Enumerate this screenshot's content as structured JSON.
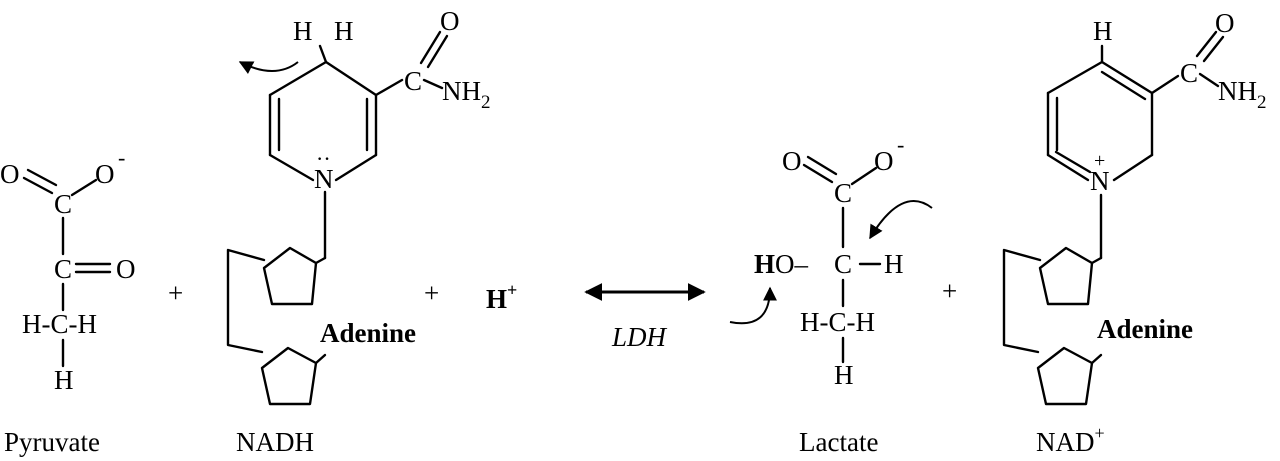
{
  "reactants": {
    "pyruvate": {
      "name": "Pyruvate",
      "atoms": {
        "o_left": "O",
        "o_minus": "O",
        "charge": "-",
        "c_carboxyl": "C",
        "c_keto": "C",
        "o_keto": "O",
        "methyl": "H-C-H",
        "h_bottom": "H"
      }
    },
    "nadh": {
      "name": "NADH",
      "atoms": {
        "h1": "H",
        "h2": "H",
        "n": "N",
        "lone_pair": "··",
        "c_amide": "C",
        "o_amide": "O",
        "nh": "NH",
        "sub": "2",
        "adenine": "Adenine"
      }
    },
    "proton": {
      "symbol": "H",
      "charge": "+"
    }
  },
  "plus_signs": [
    "+",
    "+",
    "+"
  ],
  "enzyme": {
    "label": "LDH"
  },
  "products": {
    "lactate": {
      "name": "Lactate",
      "atoms": {
        "o_left": "O",
        "o_minus": "O",
        "charge": "-",
        "c_carboxyl": "C",
        "ho_h": "H",
        "ho_o": "O–",
        "c_center": "C",
        "h_right": "H",
        "methyl": "H-C-H",
        "h_bottom": "H"
      }
    },
    "nad": {
      "name": "NAD",
      "charge_label": "+",
      "atoms": {
        "h_top": "H",
        "n": "N",
        "n_charge": "+",
        "c_amide": "C",
        "o_amide": "O",
        "nh": "NH",
        "sub": "2",
        "adenine": "Adenine"
      }
    }
  }
}
